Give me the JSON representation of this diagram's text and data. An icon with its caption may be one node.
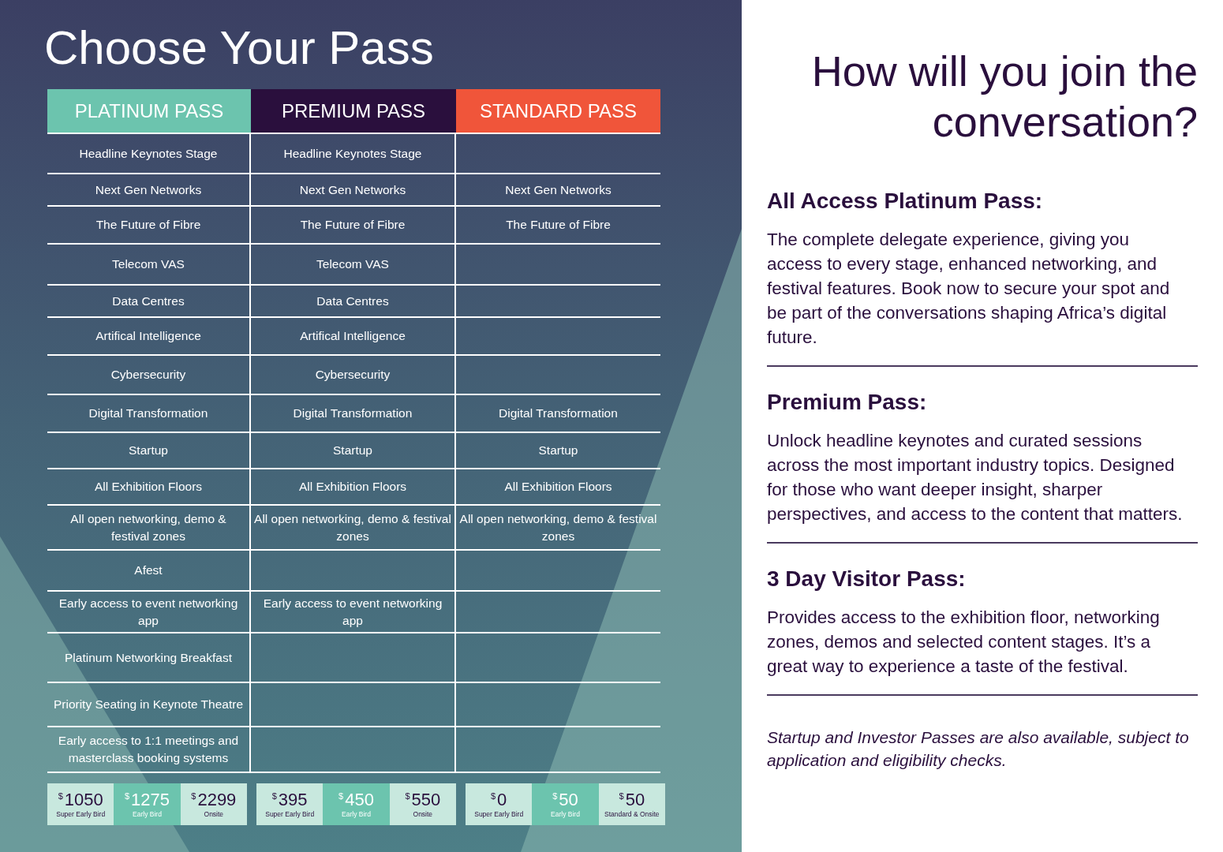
{
  "diagram": {
    "title": "Choose Your Pass",
    "labels": [
      "PLATINUM PASS",
      "PREMIUM PASS",
      "STANDARD PASS",
      "Headline Keynotes Stage",
      "Headline Keynotes Stage",
      "Next Gen Networks",
      "Next Gen Networks",
      "Next Gen Networks",
      "The Future of Fibre",
      "The Future of Fibre",
      "The Future of Fibre",
      "Telecom VAS",
      "Telecom VAS",
      "Data Centres",
      "Data Centres",
      "Artifical Intelligence",
      "Artifical Intelligence",
      "Cybersecurity",
      "Cybersecurity",
      "Digital Transformation",
      "Digital Transformation",
      "Digital Transformation",
      "Startup",
      "Startup",
      "Startup",
      "All Exhibition Floors",
      "All Exhibition Floors",
      "All Exhibition Floors",
      "All open networking, demo & festival zones",
      "All open networking, demo & festival zones",
      "All open networking, demo & festival zones",
      "Afest",
      "Early access to event networking app",
      "Early access to event networking app",
      "Platinum Networking Breakfast",
      "Priority Seating in Keynote Theatre",
      "Early access to 1:1 meetings and masterclass booking systems",
      "$",
      "1050",
      "Super Early Bird",
      "$",
      "1275",
      "Early Bird",
      "$",
      "2299",
      "Onsite",
      "$",
      "395",
      "Super Early Bird",
      "$",
      "450",
      "Early Bird",
      "$",
      "550",
      "Onsite",
      "$",
      "0",
      "Super Early Bird",
      "$",
      "50",
      "Early Bird",
      "$",
      "50",
      "Standard & Onsite",
      "How will you join the conversation?",
      "All Access Platinum Pass:",
      "The complete delegate experience, giving you access to every stage, enhanced networking, and festival features. Book now to secure your spot and be part of the conversations shaping Africa’s digital future.",
      "Premium Pass:",
      "Unlock headline keynotes and curated sessions across the most important industry topics. Designed for those who want deeper insight, sharper perspectives, and access to the content that matters.",
      "3 Day Visitor Pass:",
      "Provides access to the exhibition floor, networking zones, demos and selected content stages. It’s a great way to experience a taste of the festival.",
      "Startup and Investor Passes are also available, subject to application and eligibility checks."
    ]
  }
}
